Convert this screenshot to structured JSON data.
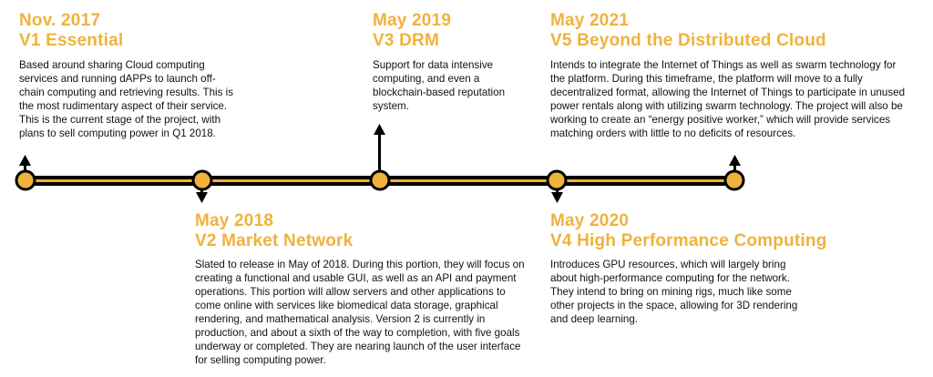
{
  "colors": {
    "accent": "#f0b23c",
    "line": "#000000",
    "node_fill": "#f0b23c"
  },
  "milestones": [
    {
      "date": "Nov. 2017",
      "name": "V1 Essential",
      "description": "Based around sharing Cloud computing services and running dAPPs to launch off-chain computing and retrieving results. This is the most rudimentary aspect of their service. This is the current stage of the project, with plans to sell computing power in Q1 2018."
    },
    {
      "date": "May 2018",
      "name": "V2 Market Network",
      "description": "Slated to release in May of 2018. During this portion, they will focus on creating a functional and usable GUI, as well as an API and payment operations. This portion will allow servers and other applications to come online with services like biomedical data storage, graphical rendering, and mathematical analysis. Version 2 is currently in production, and about a sixth of the way to completion, with five goals underway or completed. They are nearing launch of the user interface for selling computing power."
    },
    {
      "date": "May 2019",
      "name": "V3 DRM",
      "description": "Support for data intensive computing, and even a blockchain-based reputation system."
    },
    {
      "date": "May 2020",
      "name": "V4 High Performance Computing",
      "description": "Introduces GPU resources, which will largely bring about high-performance computing for the network. They intend to bring on mining rigs, much like some other projects in the space, allowing for 3D rendering and deep learning."
    },
    {
      "date": "May 2021",
      "name": "V5 Beyond the Distributed Cloud",
      "description": "Intends to integrate the Internet of Things as well as swarm technology for the platform. During this timeframe, the platform will move to a fully decentralized format, allowing the Internet of Things to participate in unused power rentals along with utilizing swarm technology. The project will also be working to create an “energy positive worker,” which will provide services matching orders with little to no deficits of resources."
    }
  ]
}
